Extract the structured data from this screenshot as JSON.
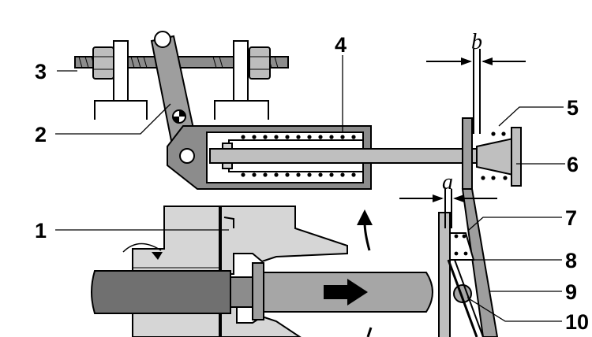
{
  "callouts": [
    {
      "id": "1",
      "text": "1"
    },
    {
      "id": "2",
      "text": "2"
    },
    {
      "id": "3",
      "text": "3"
    },
    {
      "id": "4",
      "text": "4"
    },
    {
      "id": "5",
      "text": "5"
    },
    {
      "id": "6",
      "text": "6"
    },
    {
      "id": "7",
      "text": "7"
    },
    {
      "id": "8",
      "text": "8"
    },
    {
      "id": "9",
      "text": "9"
    },
    {
      "id": "10",
      "text": "10"
    }
  ],
  "dimensions": {
    "a": "a",
    "b": "b"
  },
  "colors": {
    "light_gray": "#d9d9d9",
    "mid_gray": "#a6a6a6",
    "dark_gray": "#707070",
    "line": "#000000"
  }
}
